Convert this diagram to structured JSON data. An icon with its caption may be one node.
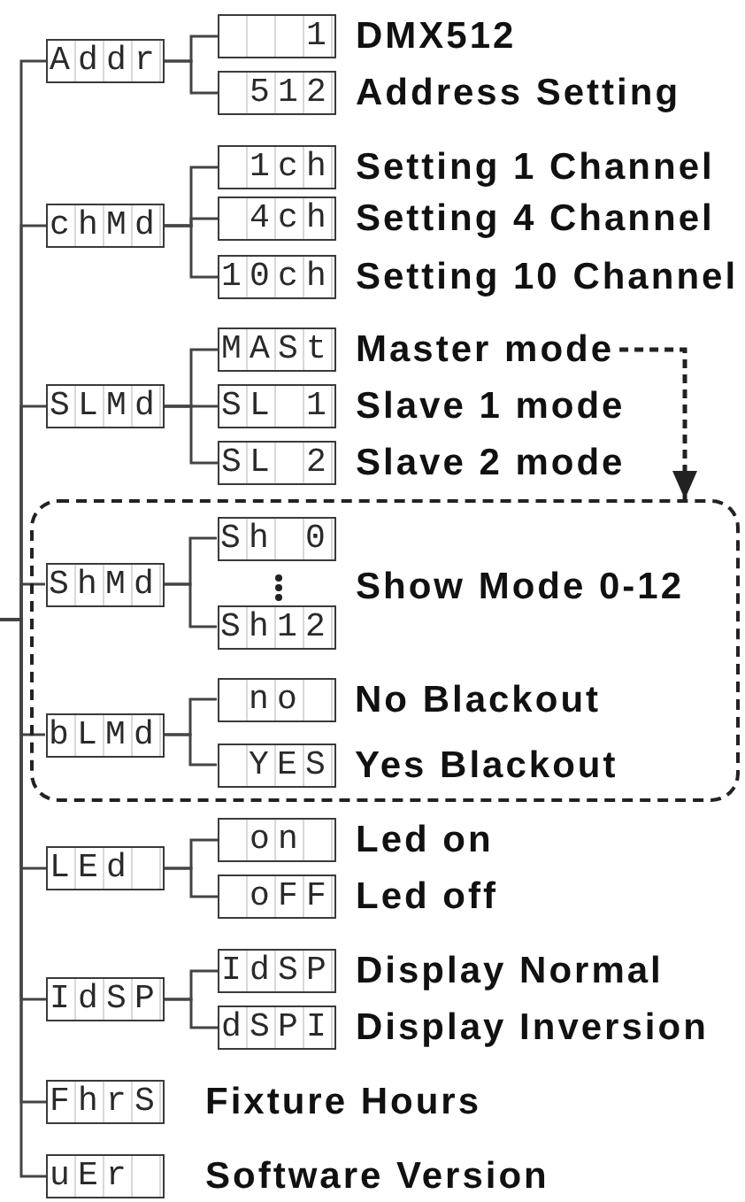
{
  "diagram": {
    "nodes": [
      {
        "text": [
          "Addr"
        ]
      },
      {
        "text": [
          "1"
        ],
        "beside": [
          "DMX512"
        ]
      },
      {
        "text": [
          "512"
        ],
        "beside": [
          "Address Setting"
        ]
      },
      {
        "text": [
          "chMd"
        ]
      },
      {
        "text": [
          "1ch"
        ],
        "beside": [
          "Setting 1 Channel"
        ]
      },
      {
        "text": [
          "4ch"
        ],
        "beside": [
          "Setting 4 Channel"
        ]
      },
      {
        "text": [
          "10ch"
        ],
        "beside": [
          "Setting 10 Channel"
        ]
      },
      {
        "text": [
          "SLMd"
        ]
      },
      {
        "text": [
          "MASt"
        ],
        "beside": [
          "Master mode"
        ]
      },
      {
        "text": [
          "SL 1"
        ],
        "beside": [
          "Slave 1 mode"
        ]
      },
      {
        "text": [
          "SL 2"
        ],
        "beside": [
          "Slave 2 mode"
        ]
      },
      {
        "text": [],
        "shape": "box"
      },
      {
        "text": [
          "ShMd"
        ],
        "in": 11
      },
      {
        "text": [
          "Sh 0"
        ],
        "in": 11
      },
      {
        "text": [
          "Sh12"
        ],
        "in": 11
      },
      {
        "text": [
          "bLMd"
        ],
        "in": 11
      },
      {
        "text": [
          "no"
        ],
        "in": 11,
        "beside": [
          "No Blackout"
        ]
      },
      {
        "text": [
          "YES"
        ],
        "in": 11,
        "beside": [
          "Yes Blackout"
        ]
      },
      {
        "text": [
          "LEd"
        ]
      },
      {
        "text": [
          "on"
        ],
        "beside": [
          "Led on"
        ]
      },
      {
        "text": [
          "oFF"
        ],
        "beside": [
          "Led off"
        ]
      },
      {
        "text": [
          "IdSP"
        ]
      },
      {
        "text": [
          "IdSP"
        ],
        "beside": [
          "Display Normal"
        ]
      },
      {
        "text": [
          "dSPI"
        ],
        "beside": [
          "Display Inversion"
        ]
      },
      {
        "text": [
          "FhrS"
        ],
        "beside": [
          "Fixture Hours"
        ]
      },
      {
        "text": [
          "uEr"
        ],
        "beside": [
          "Software Version"
        ]
      }
    ],
    "edges": [
      {
        "from": null,
        "to": 0,
        "arrow": "none"
      },
      {
        "from": 0,
        "to": 1,
        "arrow": "none"
      },
      {
        "from": 0,
        "to": 2,
        "arrow": "none"
      },
      {
        "from": null,
        "to": 3,
        "arrow": "none"
      },
      {
        "from": 3,
        "to": 4,
        "arrow": "none"
      },
      {
        "from": 3,
        "to": 5,
        "arrow": "none"
      },
      {
        "from": 3,
        "to": 6,
        "arrow": "none"
      },
      {
        "from": null,
        "to": 7,
        "arrow": "none"
      },
      {
        "from": 7,
        "to": 8,
        "arrow": "none"
      },
      {
        "from": 7,
        "to": 9,
        "arrow": "none"
      },
      {
        "from": 7,
        "to": 10,
        "arrow": "none"
      },
      {
        "from": 8,
        "to": 11,
        "arrow": "to",
        "style": "dashed"
      },
      {
        "from": null,
        "to": 12,
        "arrow": "none"
      },
      {
        "from": 12,
        "to": 13,
        "arrow": "none"
      },
      {
        "from": 12,
        "to": 14,
        "arrow": "none"
      },
      {
        "from": null,
        "to": 15,
        "arrow": "none"
      },
      {
        "from": 15,
        "to": 16,
        "arrow": "none"
      },
      {
        "from": 15,
        "to": 17,
        "arrow": "none"
      },
      {
        "from": null,
        "to": 18,
        "arrow": "none"
      },
      {
        "from": 18,
        "to": 19,
        "arrow": "none"
      },
      {
        "from": 18,
        "to": 20,
        "arrow": "none"
      },
      {
        "from": null,
        "to": 21,
        "arrow": "none"
      },
      {
        "from": 21,
        "to": 22,
        "arrow": "none"
      },
      {
        "from": 21,
        "to": 23,
        "arrow": "none"
      },
      {
        "from": null,
        "to": 24,
        "arrow": "none"
      },
      {
        "from": null,
        "to": 25,
        "arrow": "none"
      }
    ],
    "labels": [
      "Show Mode 0-12"
    ]
  }
}
